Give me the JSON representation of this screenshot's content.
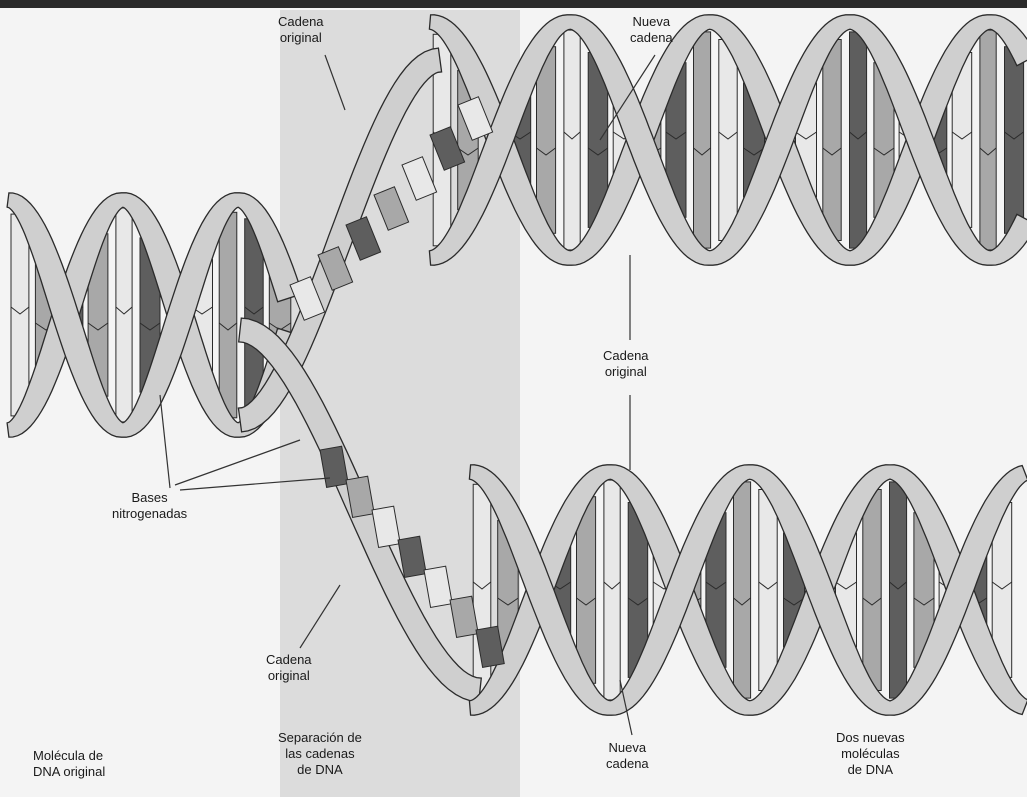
{
  "diagram": {
    "labels": {
      "cadena_original_top": [
        "Cadena",
        "original"
      ],
      "nueva_cadena_top": [
        "Nueva",
        "cadena"
      ],
      "cadena_original_middle": [
        "Cadena",
        "original"
      ],
      "bases_nitrogenadas": [
        "Bases",
        "nitrogenadas"
      ],
      "cadena_original_bottom": [
        "Cadena",
        "original"
      ],
      "nueva_cadena_bottom": [
        "Nueva",
        "cadena"
      ],
      "molecula_original": [
        "Molécula de",
        "DNA original"
      ],
      "separacion": [
        "Separación de",
        "las cadenas",
        "de DNA"
      ],
      "dos_nuevas": [
        "Dos nuevas",
        "moléculas",
        "de DNA"
      ]
    },
    "colors": {
      "background": "#f4f4f4",
      "shaded_band": "#d9d9d9",
      "strand_fill": "#cfcfcf",
      "strand_edge": "#2b2b2b",
      "base_light": "#e8e8e8",
      "base_mid": "#a8a8a8",
      "base_dark": "#5e5e5e"
    }
  }
}
